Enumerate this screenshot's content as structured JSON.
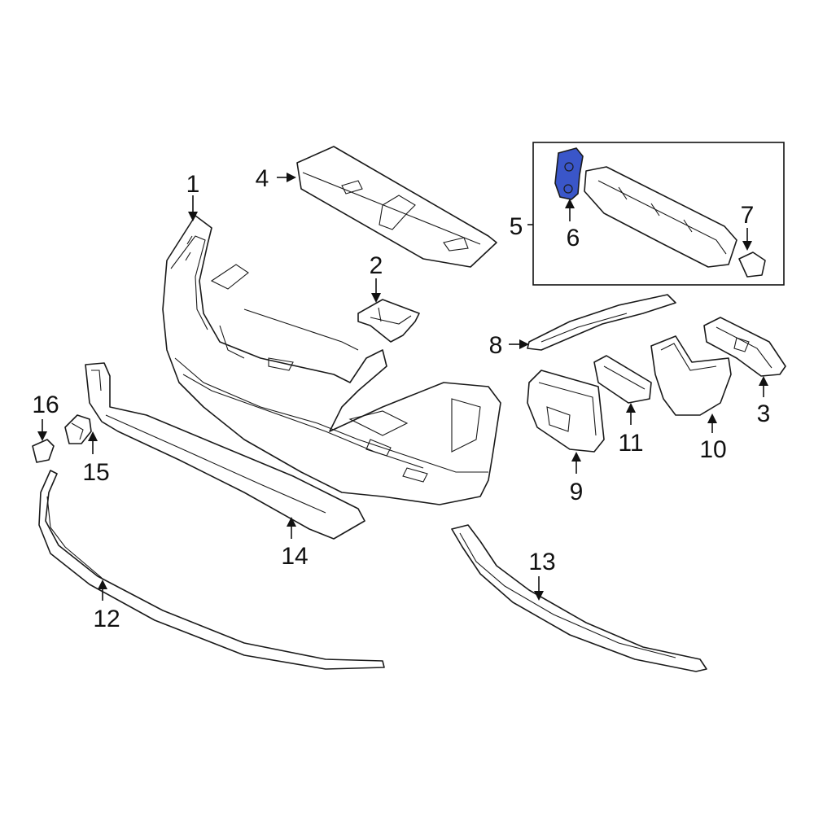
{
  "callouts": [
    {
      "id": "1",
      "label": "1"
    },
    {
      "id": "2",
      "label": "2"
    },
    {
      "id": "3",
      "label": "3"
    },
    {
      "id": "4",
      "label": "4"
    },
    {
      "id": "5",
      "label": "5"
    },
    {
      "id": "6",
      "label": "6"
    },
    {
      "id": "7",
      "label": "7"
    },
    {
      "id": "8",
      "label": "8"
    },
    {
      "id": "9",
      "label": "9"
    },
    {
      "id": "10",
      "label": "10"
    },
    {
      "id": "11",
      "label": "11"
    },
    {
      "id": "12",
      "label": "12"
    },
    {
      "id": "13",
      "label": "13"
    },
    {
      "id": "14",
      "label": "14"
    },
    {
      "id": "15",
      "label": "15"
    },
    {
      "id": "16",
      "label": "16"
    }
  ],
  "highlighted_part": "6",
  "colors": {
    "highlight": "#3a56c9",
    "line": "#1a1a1a",
    "background": "#ffffff"
  }
}
